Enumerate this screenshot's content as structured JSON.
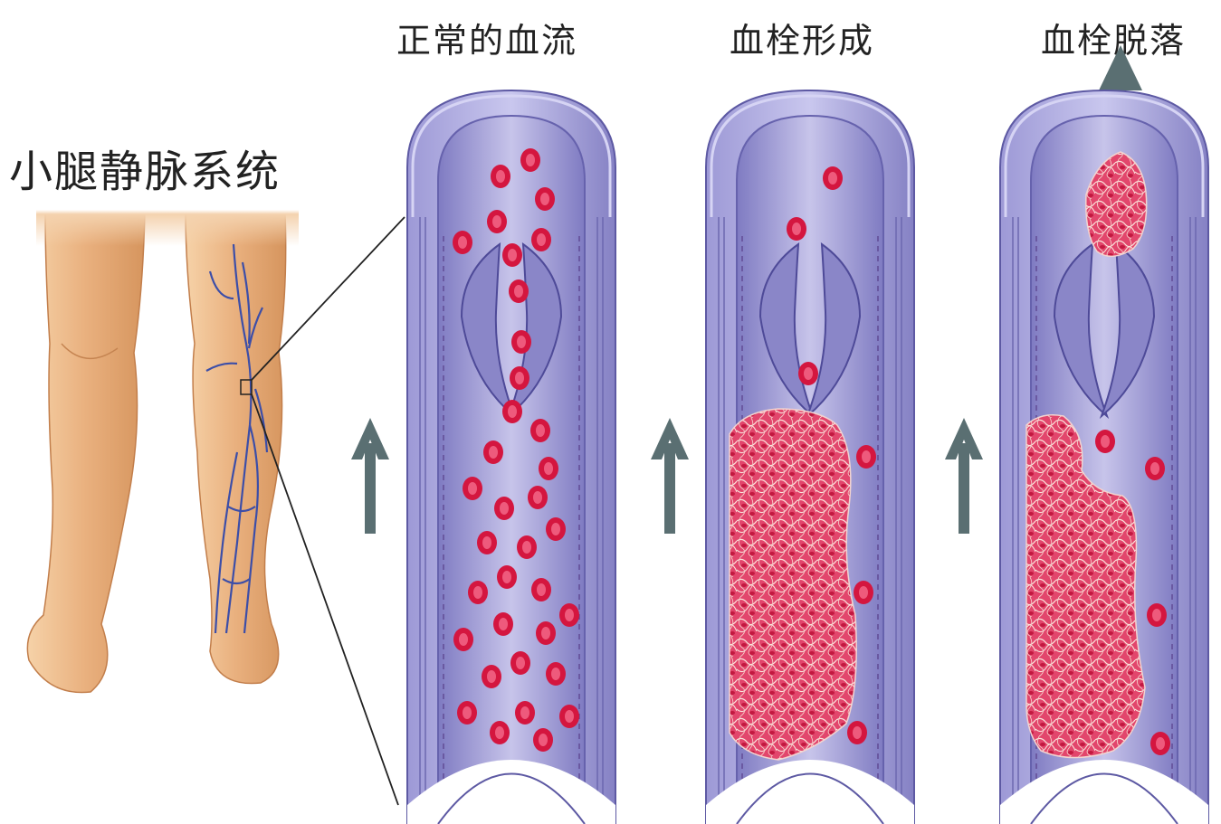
{
  "labels": {
    "leg_title": "小腿静脉系统",
    "panel_normal": "正常的血流",
    "panel_clot": "血栓形成",
    "panel_detach": "血栓脱落"
  },
  "colors": {
    "vessel_wall": "#8a86c8",
    "vessel_lumen": "#b9b6e2",
    "rbc": "#d81e4a",
    "clot": "#e04a6e",
    "arrow": "#5a6f72",
    "skin": "#e9b07e"
  }
}
